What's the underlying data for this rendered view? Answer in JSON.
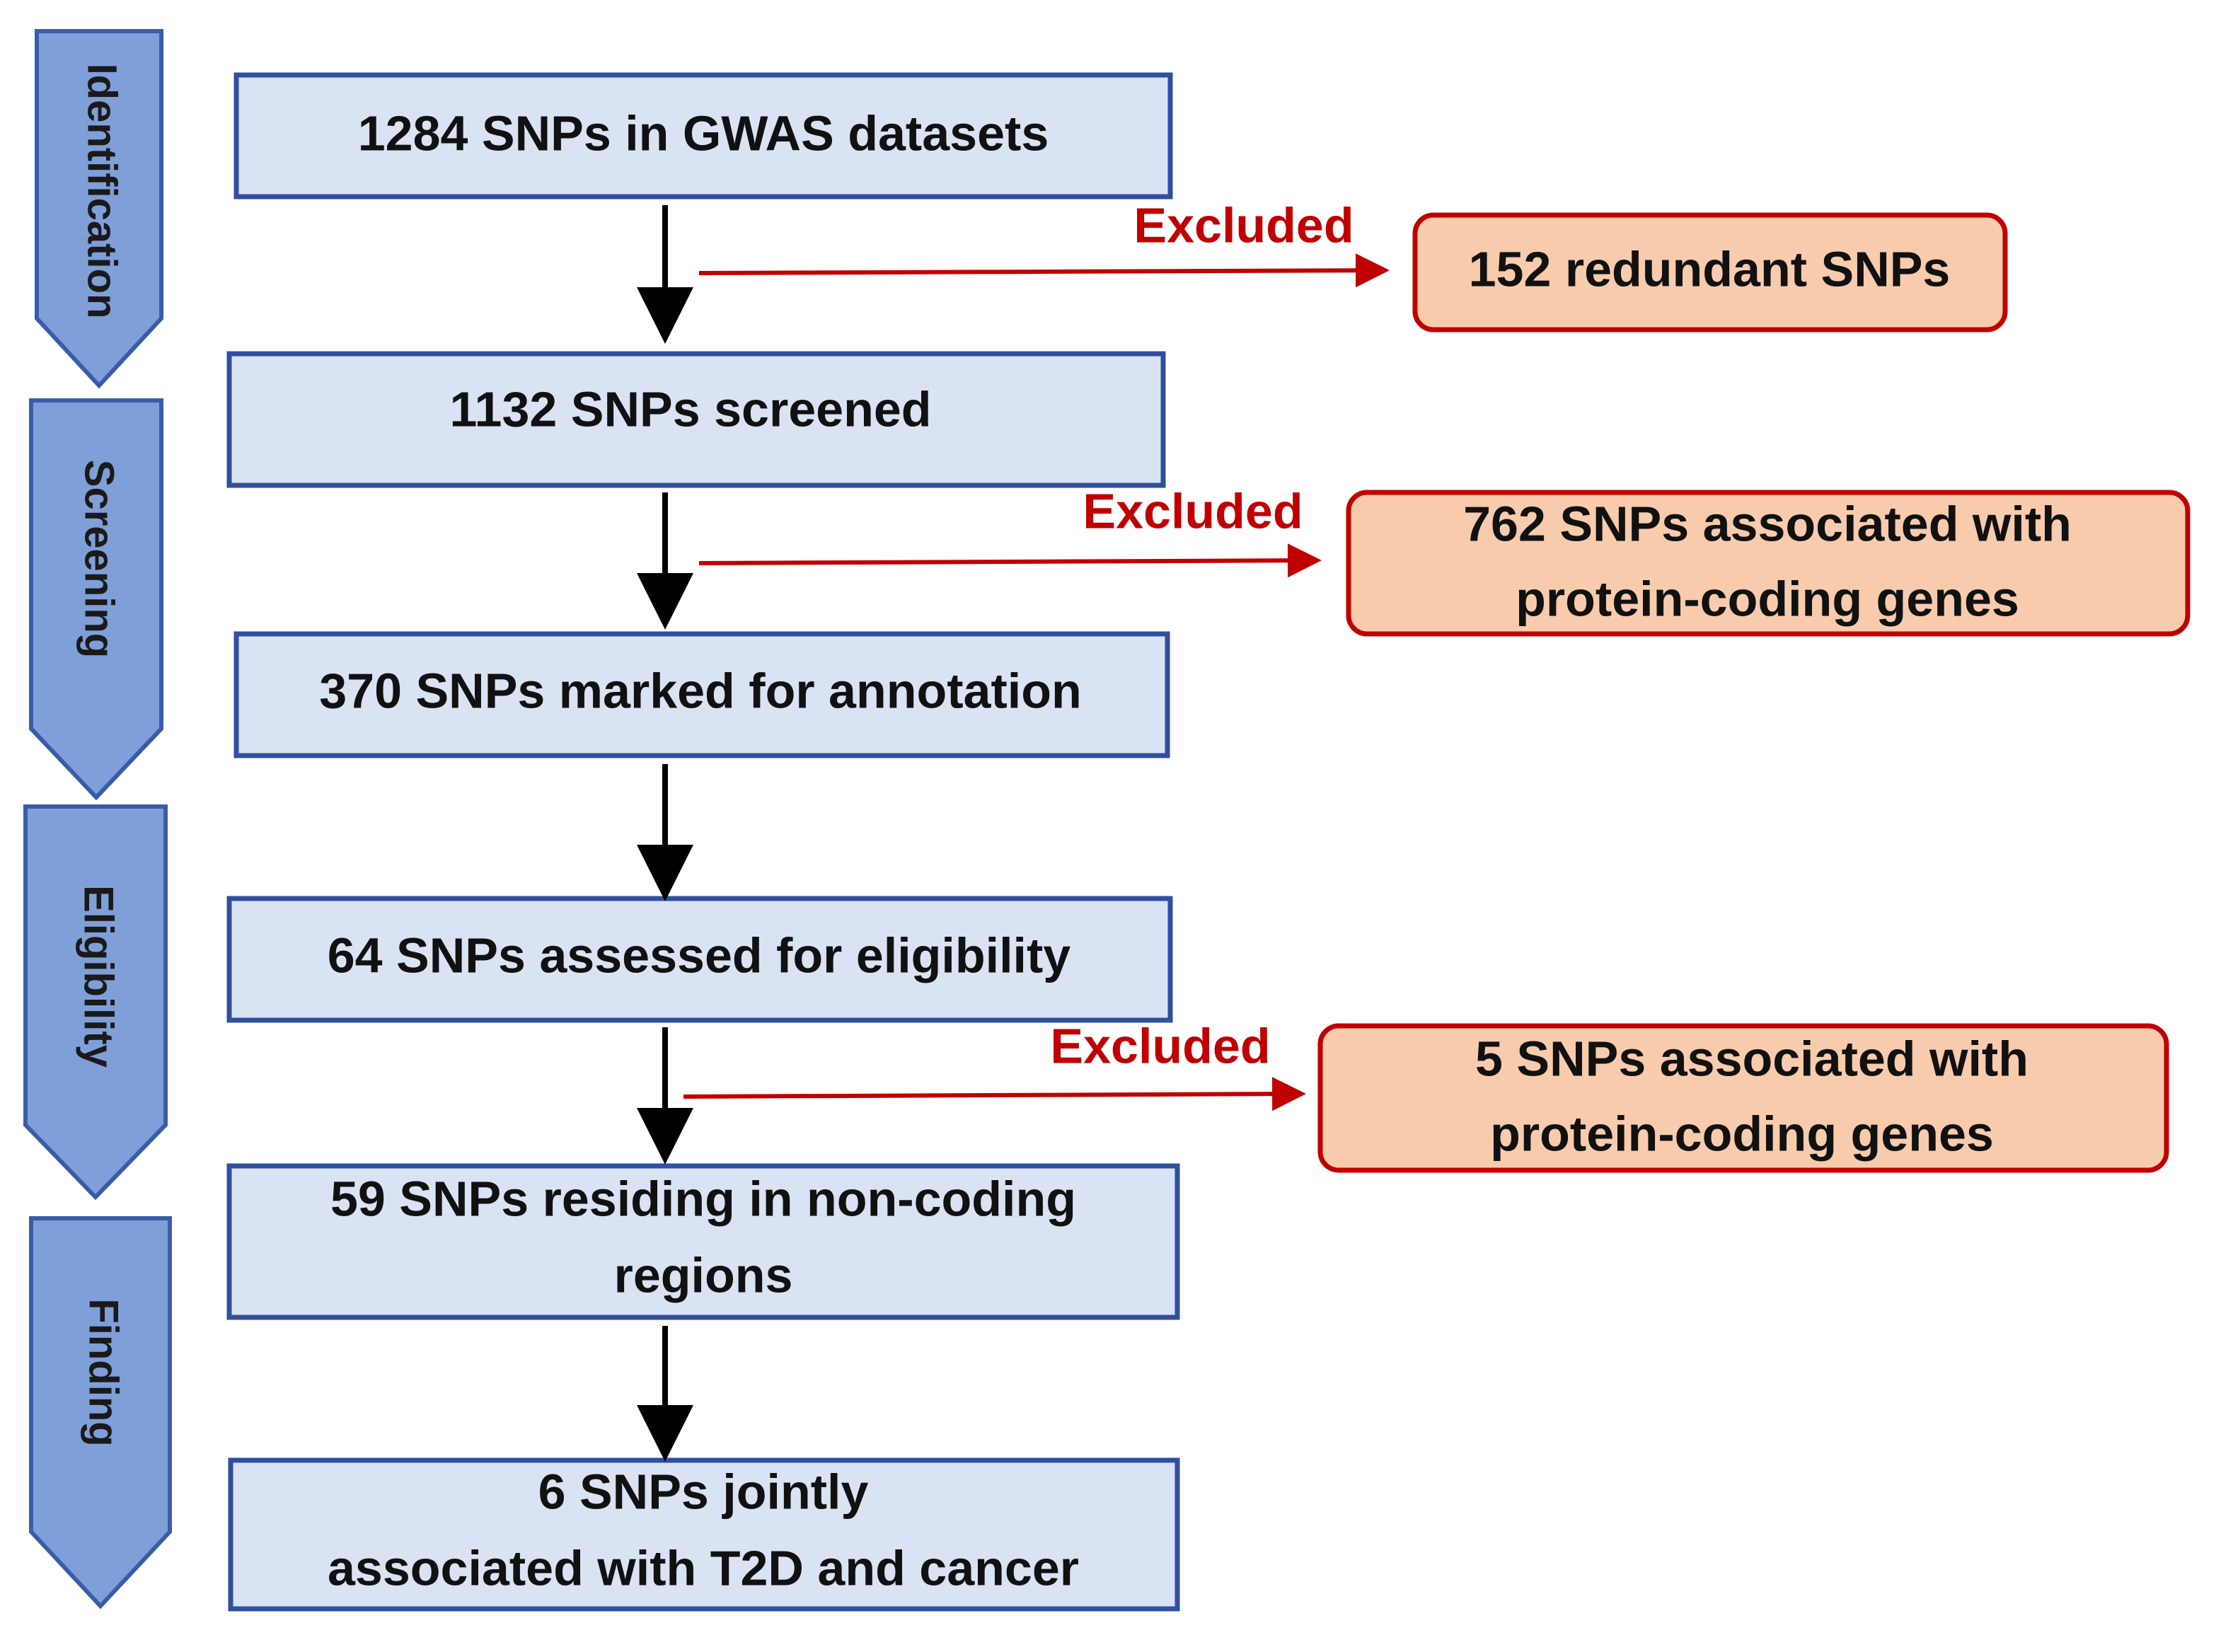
{
  "stages": [
    {
      "label": "Identification"
    },
    {
      "label": "Screening"
    },
    {
      "label": "Eligibility"
    },
    {
      "label": "Finding"
    }
  ],
  "main_boxes": [
    {
      "lines": [
        "1284 SNPs in GWAS datasets"
      ]
    },
    {
      "lines": [
        "1132 SNPs screened"
      ]
    },
    {
      "lines": [
        "370 SNPs marked for annotation"
      ]
    },
    {
      "lines": [
        "64 SNPs assessed for eligibility"
      ]
    },
    {
      "lines": [
        "59 SNPs residing in non-coding",
        "regions"
      ]
    },
    {
      "lines": [
        "6 SNPs jointly",
        "associated with T2D and cancer"
      ]
    }
  ],
  "exclusions": [
    {
      "label": "Excluded",
      "lines": [
        "152 redundant SNPs"
      ]
    },
    {
      "label": "Excluded",
      "lines": [
        "762 SNPs associated with",
        "protein-coding genes"
      ]
    },
    {
      "label": "Excluded",
      "lines": [
        "5 SNPs associated with",
        "protein-coding genes"
      ]
    }
  ],
  "colors": {
    "stage_fill": "#7f9fd8",
    "stage_stroke": "#3a5ca8",
    "box_fill": "#dae3f3",
    "box_stroke": "#2f4f9f",
    "excl_fill": "#f8cbad",
    "excl_stroke": "#c00000",
    "excl_arrow": "#c00000",
    "main_arrow": "#000000"
  }
}
